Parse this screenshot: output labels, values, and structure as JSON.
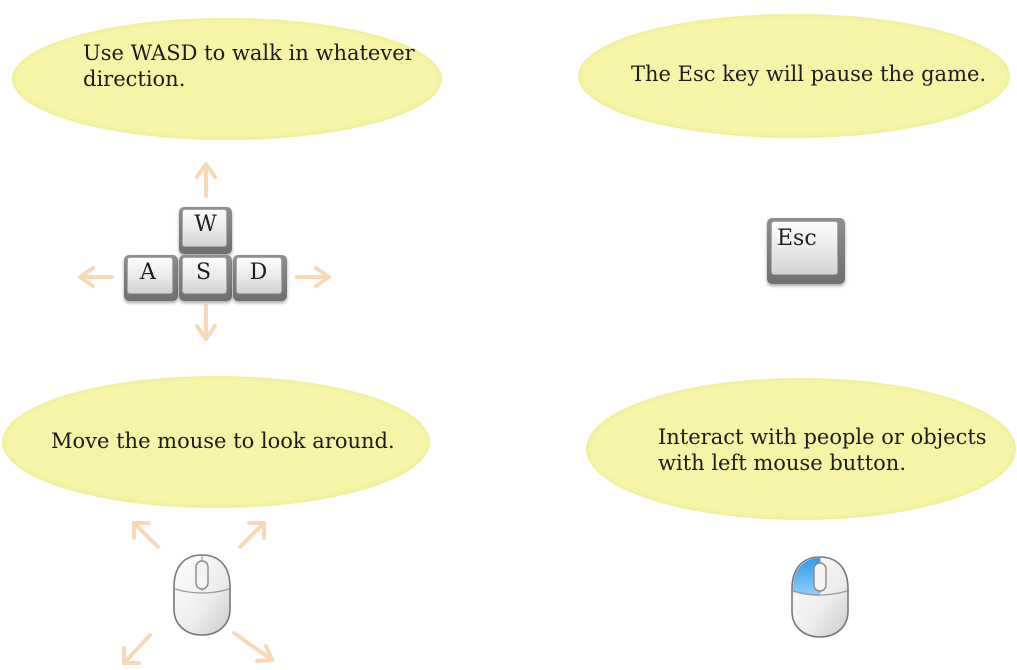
{
  "hints": [
    {
      "id": "move",
      "text": "Use WASD to walk in whatever\ndirection."
    },
    {
      "id": "pause",
      "text": "The Esc key will pause the game."
    },
    {
      "id": "look",
      "text": "Move the mouse to look around."
    },
    {
      "id": "interact",
      "text": "Interact with people or objects\nwith left mouse button."
    }
  ],
  "keys": {
    "w": "W",
    "a": "A",
    "s": "S",
    "d": "D",
    "esc": "Esc"
  },
  "colors": {
    "bubble": "#f6f4a6",
    "arrow": "#f7d9b8",
    "mouse_highlight": "#3aa6ee"
  },
  "icons": {
    "arrows": "arrow-icon",
    "mouse": "mouse-icon",
    "mouse_left_click": "mouse-left-click-icon"
  }
}
